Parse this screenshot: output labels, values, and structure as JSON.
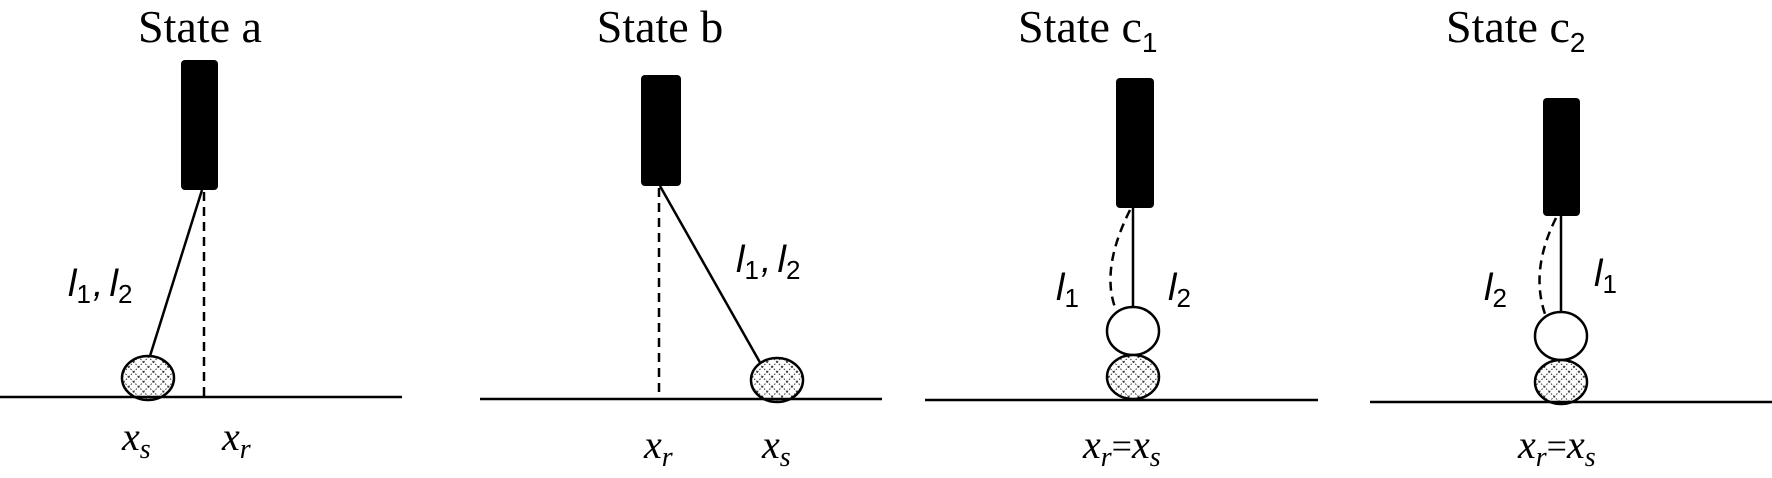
{
  "panels": [
    {
      "title": "State a",
      "labels": [
        {
          "text": "l",
          "sub": "1"
        },
        {
          "sep": ","
        },
        {
          "text": "l",
          "sub": "2"
        }
      ],
      "positions": [
        {
          "var": "x",
          "sub": "s"
        },
        {
          "var": "x",
          "sub": "r"
        }
      ]
    },
    {
      "title": "State b",
      "labels": [
        {
          "text": "l",
          "sub": "1"
        },
        {
          "sep": ","
        },
        {
          "text": "l",
          "sub": "2"
        }
      ],
      "positions": [
        {
          "var": "x",
          "sub": "r"
        },
        {
          "var": "x",
          "sub": "s"
        }
      ]
    },
    {
      "title_main": "State c",
      "title_sub": "1",
      "label_left": {
        "text": "l",
        "sub": "1"
      },
      "label_right": {
        "text": "l",
        "sub": "2"
      },
      "eq": {
        "left_var": "x",
        "left_sub": "r",
        "op": "=",
        "right_var": "x",
        "right_sub": "s"
      }
    },
    {
      "title_main": "State c",
      "title_sub": "2",
      "label_left": {
        "text": "l",
        "sub": "2"
      },
      "label_right": {
        "text": "l",
        "sub": "1"
      },
      "eq": {
        "left_var": "x",
        "left_sub": "r",
        "op": "=",
        "right_var": "x",
        "right_sub": "s"
      }
    }
  ]
}
